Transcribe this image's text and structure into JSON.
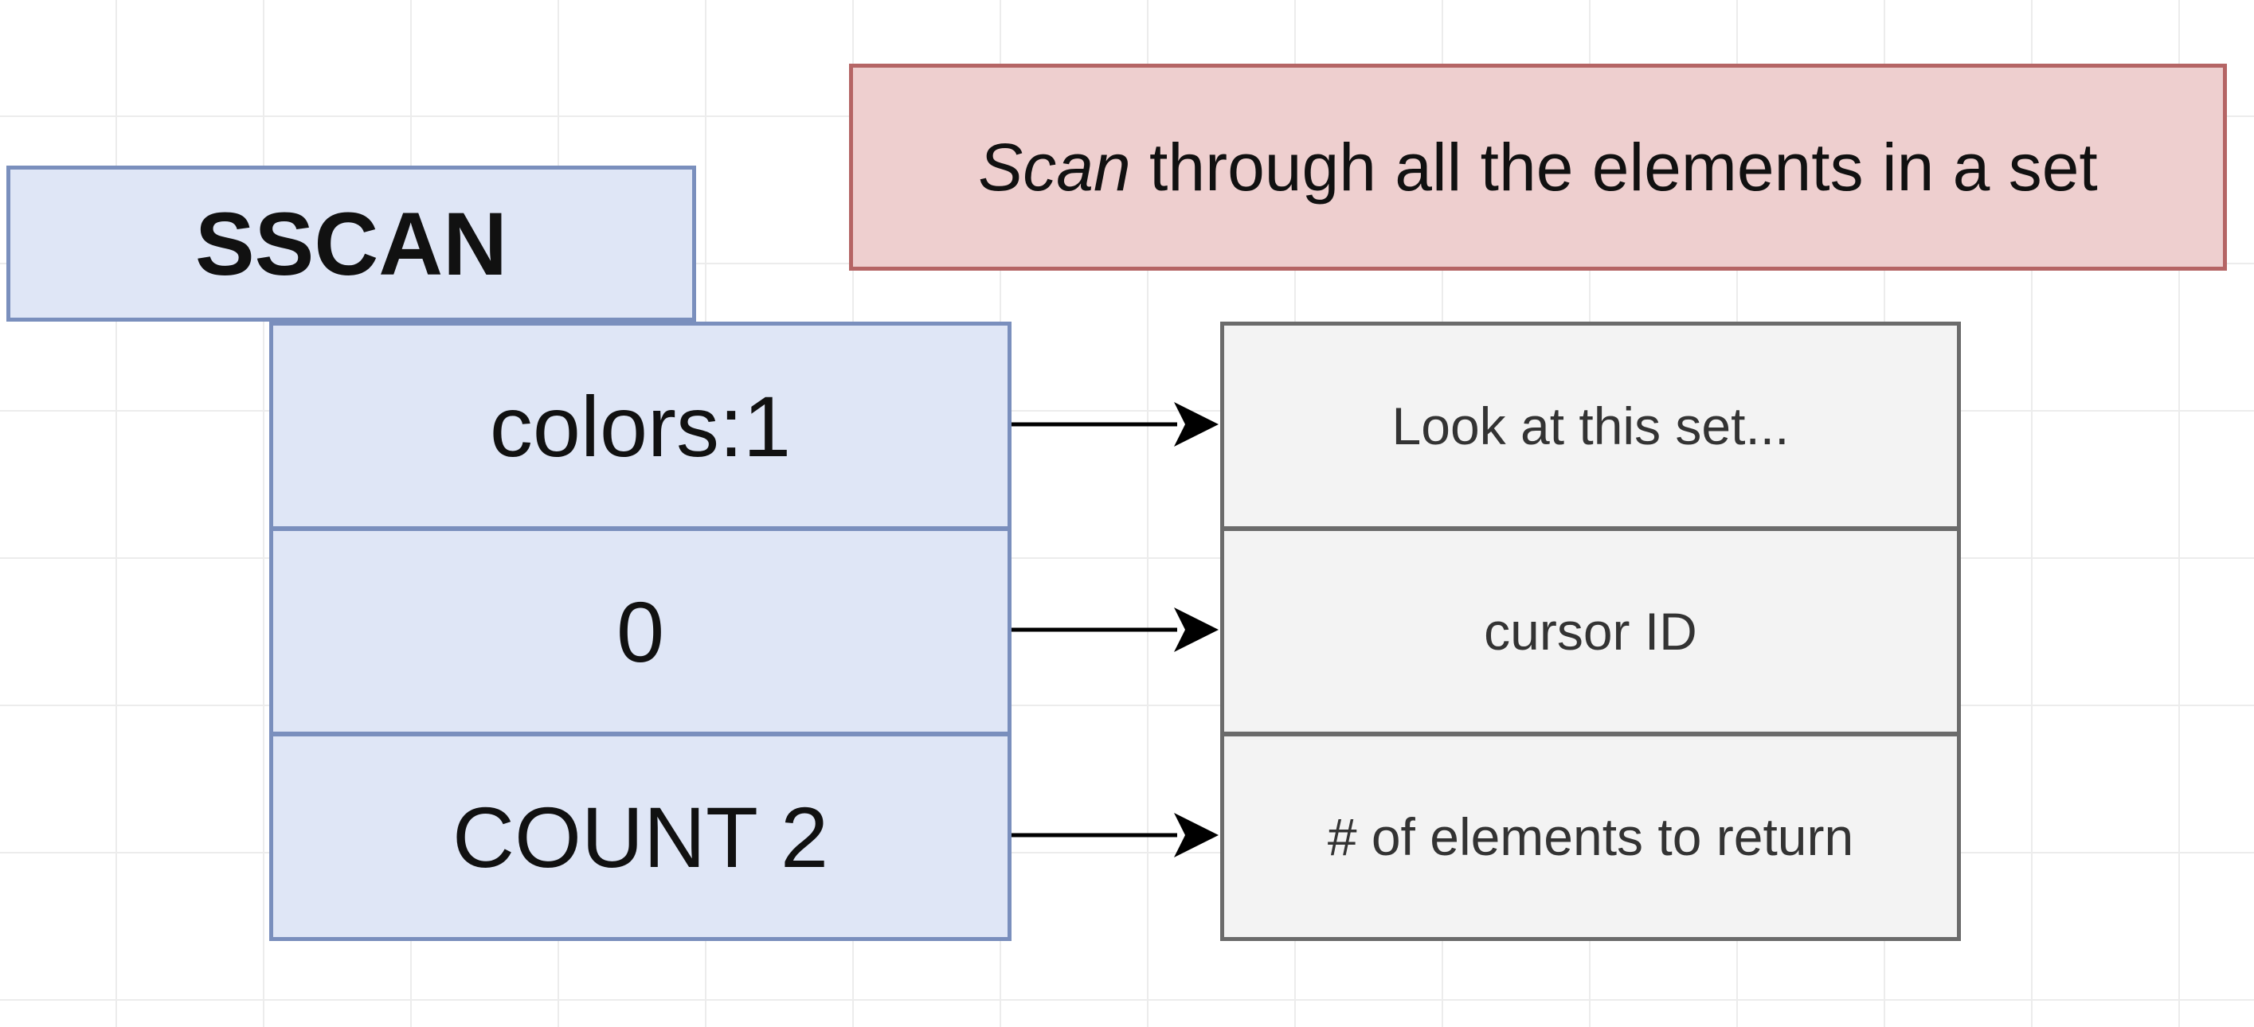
{
  "command": {
    "name": "SSCAN"
  },
  "note": {
    "emphasis": "Scan",
    "rest": " through all the elements in a set"
  },
  "arguments": [
    {
      "value": "colors:1",
      "description": "Look at this set..."
    },
    {
      "value": "0",
      "description": "cursor ID"
    },
    {
      "value": "COUNT 2",
      "description": "# of elements to return"
    }
  ]
}
